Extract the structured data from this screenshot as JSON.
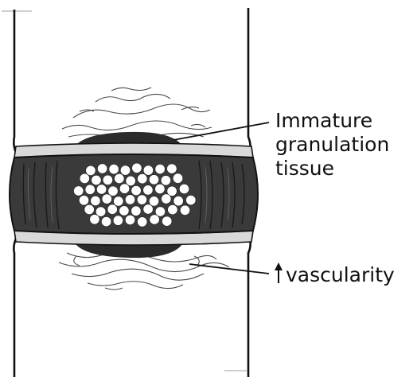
{
  "labels": {
    "granulation_line1": "Immature",
    "granulation_line2": "granulation",
    "granulation_line3": "tissue",
    "vascularity": "vascularity"
  },
  "icons": {
    "increase_arrow": "up-arrow-icon"
  },
  "colors": {
    "ink": "#111111",
    "band_dark": "#3a3a3a",
    "band_light": "#d9d9d9",
    "callus": "#2b2b2b",
    "cells": "#ffffff",
    "background": "#ffffff"
  }
}
